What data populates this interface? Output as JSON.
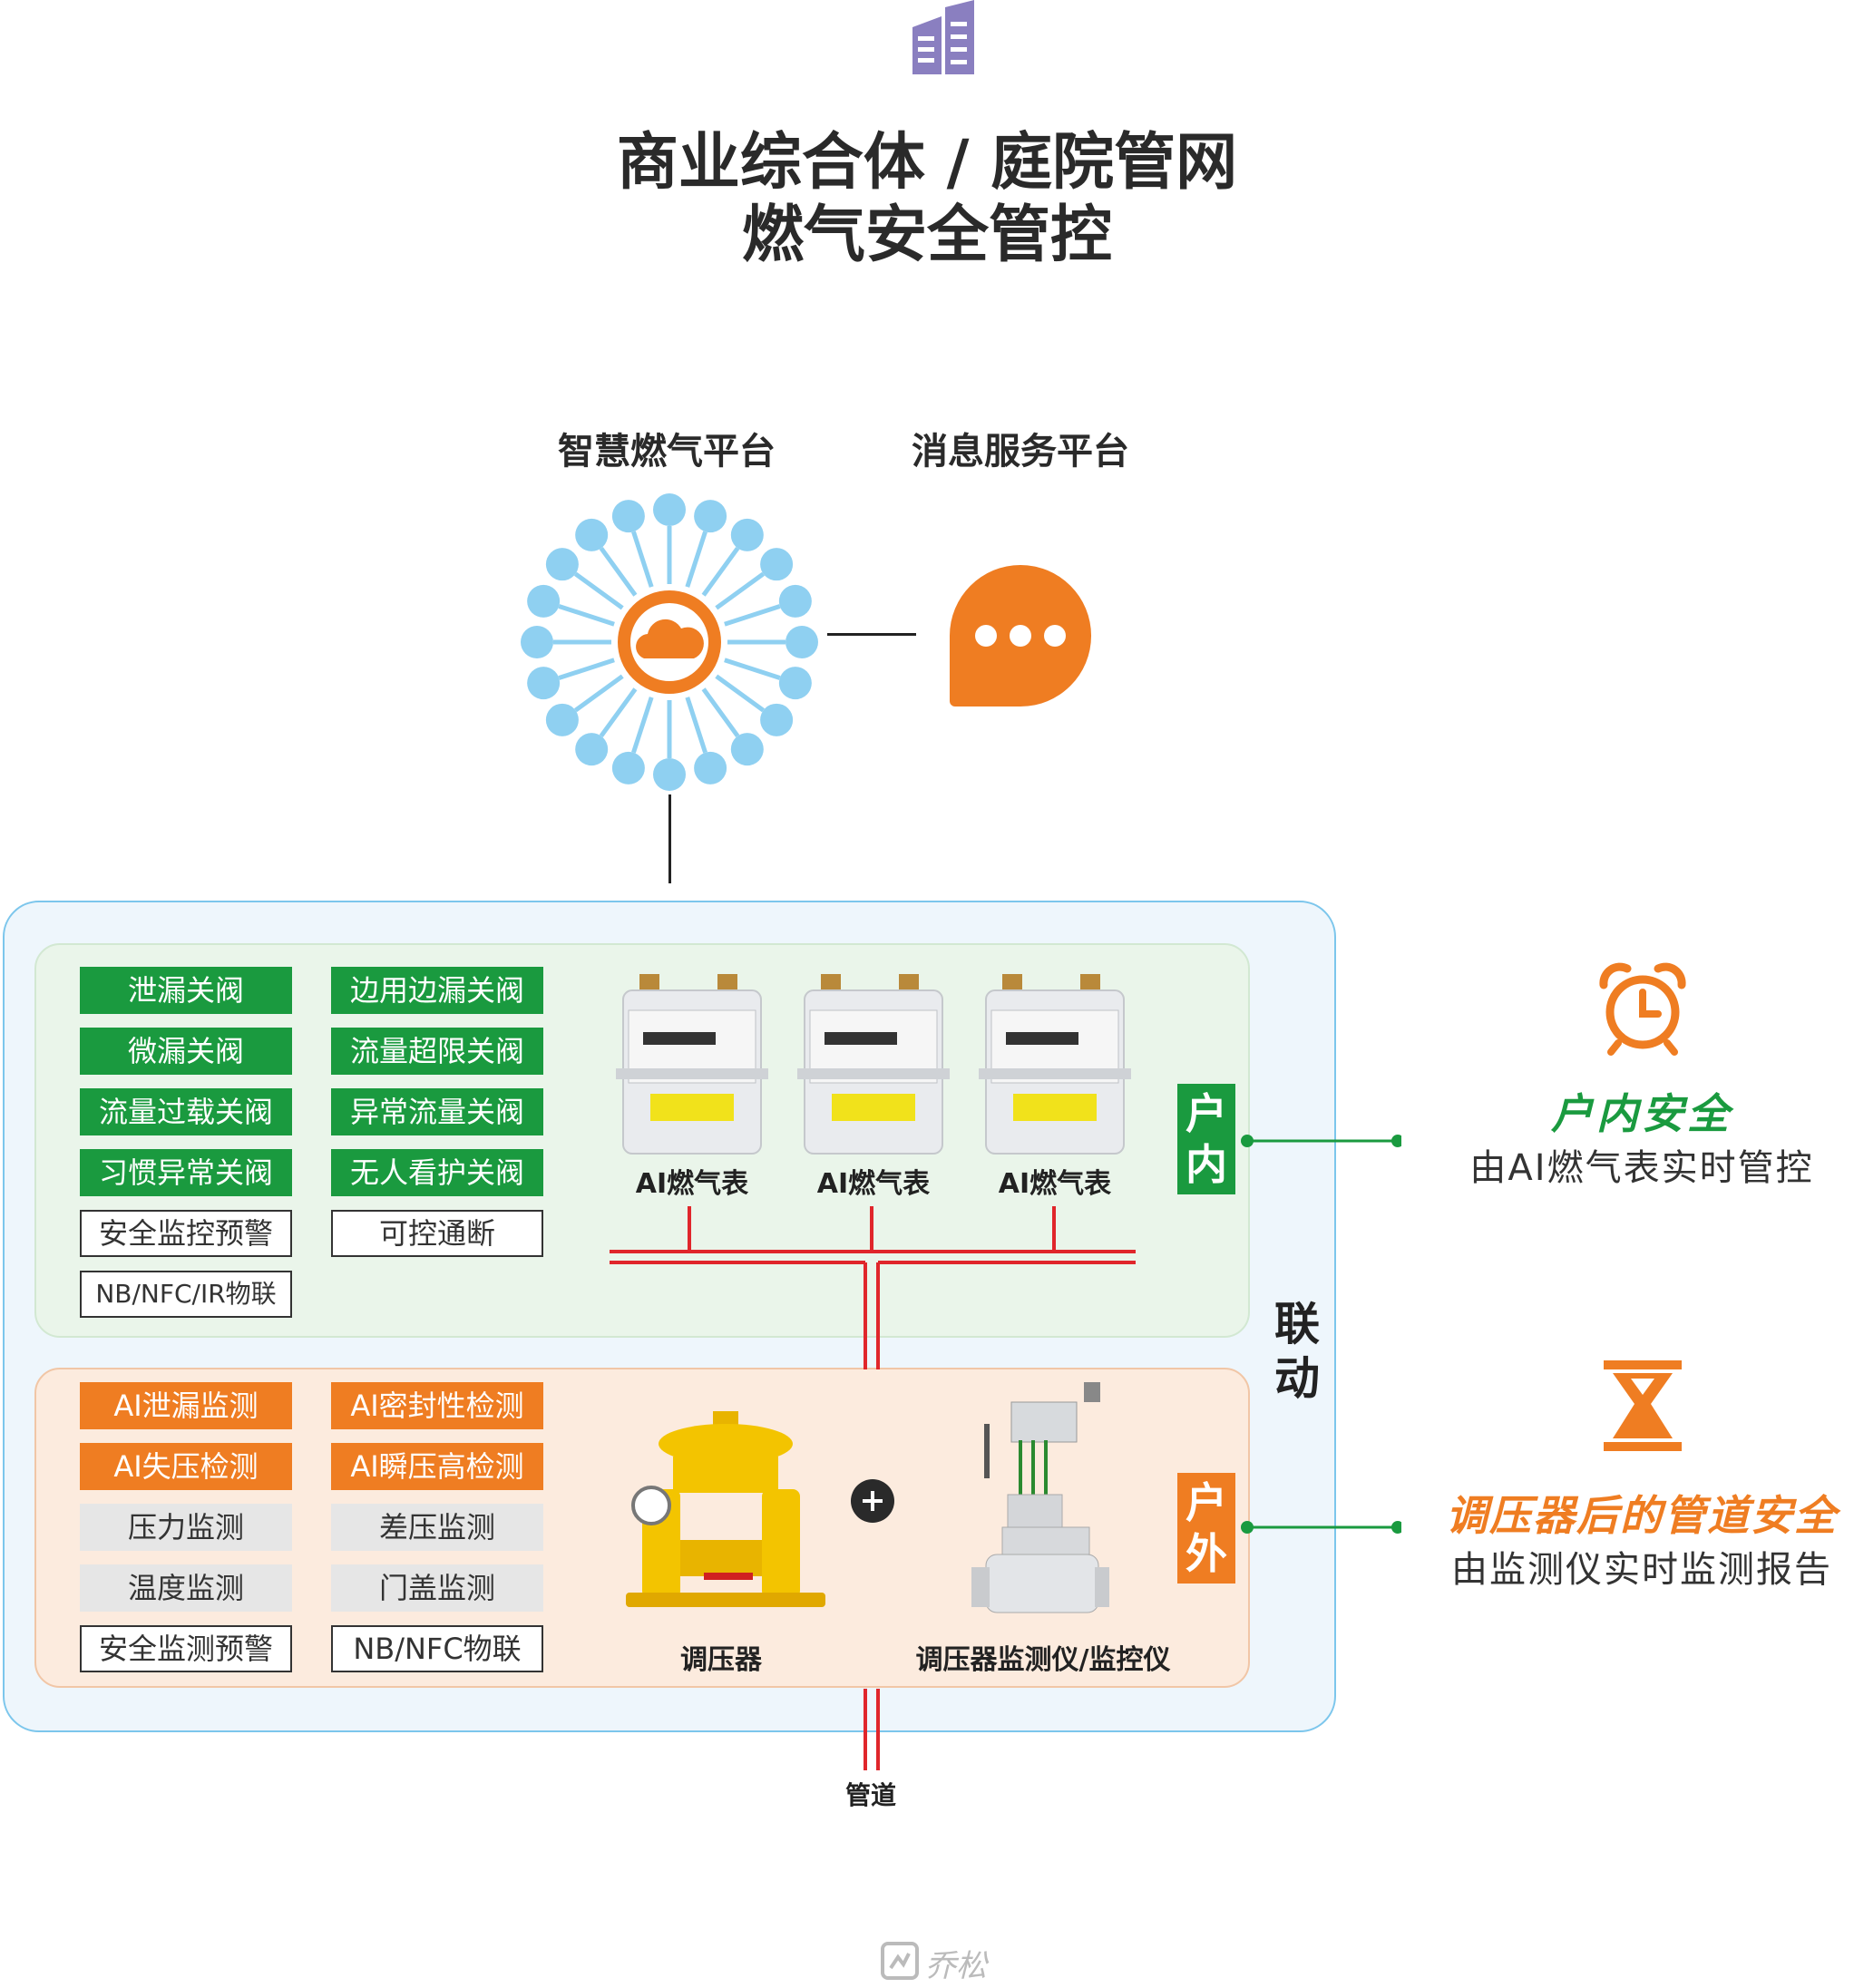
{
  "header": {
    "title_line1": "商业综合体 / 庭院管网",
    "title_line2": "燃气安全管控"
  },
  "platforms": {
    "smart_gas": "智慧燃气平台",
    "message": "消息服务平台"
  },
  "indoor": {
    "tags_left": [
      "泄漏关阀",
      "微漏关阀",
      "流量过载关阀",
      "习惯异常关阀"
    ],
    "tags_left_outline": [
      "安全监控预警",
      "NB/NFC/IR物联"
    ],
    "tags_right": [
      "边用边漏关阀",
      "流量超限关阀",
      "异常流量关阀",
      "无人看护关阀"
    ],
    "tags_right_outline": [
      "可控通断"
    ],
    "meter_labels": [
      "AI燃气表",
      "AI燃气表",
      "AI燃气表"
    ],
    "side_tag": "户内"
  },
  "outdoor": {
    "tags_left_orange": [
      "AI泄漏监测",
      "AI失压检测"
    ],
    "tags_left_grey": [
      "压力监测",
      "温度监测"
    ],
    "tags_left_outline": [
      "安全监测预警"
    ],
    "tags_right_orange": [
      "AI密封性检测",
      "AI瞬压高检测"
    ],
    "tags_right_grey": [
      "差压监测",
      "门盖监测"
    ],
    "tags_right_outline": [
      "NB/NFC物联"
    ],
    "device1": "调压器",
    "device2": "调压器监测仪/监控仪",
    "side_tag": "户外"
  },
  "linkage": "联动",
  "pipe": "管道",
  "right": {
    "indoor_title": "户内安全",
    "indoor_sub": "由AI燃气表实时管控",
    "outdoor_title": "调压器后的管道安全",
    "outdoor_sub": "由监测仪实时监测报告"
  },
  "watermark": "乔松",
  "colors": {
    "green": "#1a9a3f",
    "orange": "#ef7d22",
    "red_pipe": "#e0262b",
    "light_blue": "#8fd0f1",
    "purple": "#8a7fc0"
  }
}
